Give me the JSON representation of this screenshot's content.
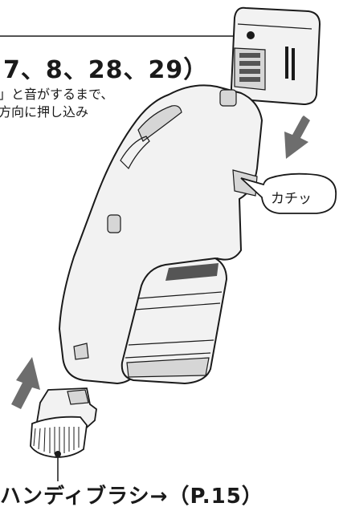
{
  "heading": "7、8、28、29）",
  "instruction_line1": "」と音がするまで、",
  "instruction_line2": "方向に押し込み",
  "sound_bubble": "カチッ",
  "caption": "ハンディブラシ→（P.15）",
  "colors": {
    "line": "#1a1a1a",
    "body_fill": "#f2f2f2",
    "shade": "#d6d6d6",
    "dark": "#555555",
    "arrow": "#6d6d6d"
  }
}
